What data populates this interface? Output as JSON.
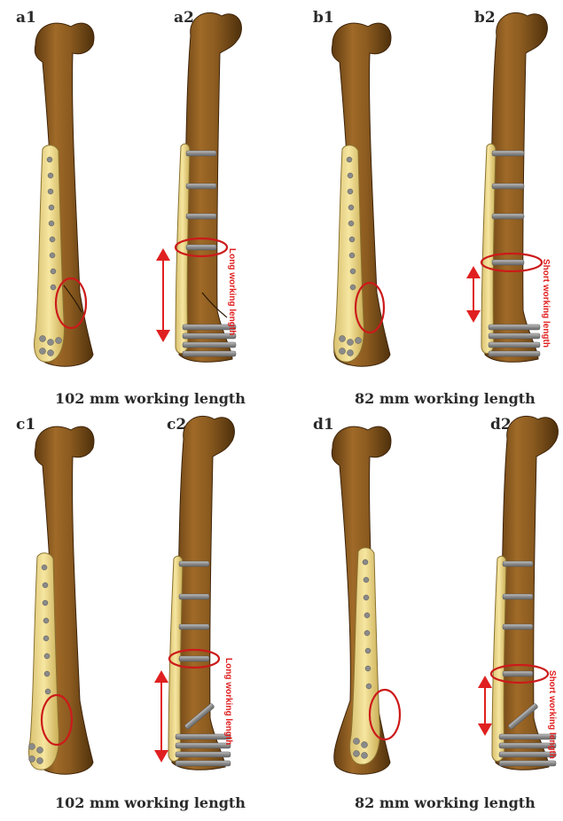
{
  "panels": {
    "a1": "a1",
    "a2": "a2",
    "b1": "b1",
    "b2": "b2",
    "c1": "c1",
    "c2": "c2",
    "d1": "d1",
    "d2": "d2"
  },
  "captions": {
    "top_left": "102 mm working length",
    "top_right": "82 mm working length",
    "bottom_left": "102 mm working length",
    "bottom_right": "82 mm working length"
  },
  "annotations": {
    "long": "Long working length",
    "short": "Short working length"
  },
  "colors": {
    "bone": "#8a5a1f",
    "bone_dark": "#5e3a10",
    "plate": "#f0dc8c",
    "screw": "#9a9a9a",
    "marker": "#d01818"
  }
}
